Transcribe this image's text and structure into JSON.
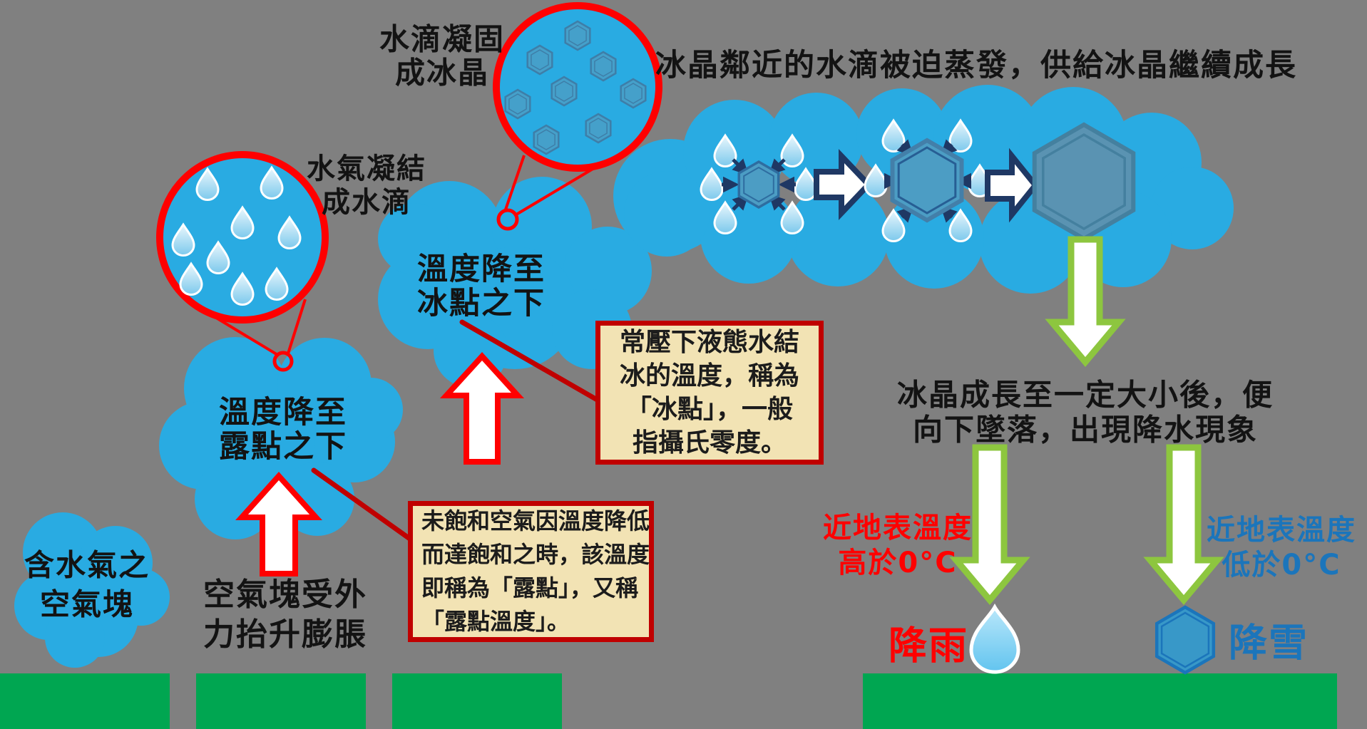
{
  "scene": {
    "background_color": "#808080",
    "labels": {
      "freeze_zoom_line1": "水滴凝固",
      "freeze_zoom_line2": "成冰晶",
      "condense_zoom_line1": "水氣凝結",
      "condense_zoom_line2": "成水滴",
      "growth_title": "冰晶鄰近的水滴被迫蒸發，供給冰晶繼續成長",
      "cloud_freezing_line1": "溫度降至",
      "cloud_freezing_line2": "冰點之下",
      "cloud_dew_line1": "溫度降至",
      "cloud_dew_line2": "露點之下",
      "cloud_moist_line1": "含水氣之",
      "cloud_moist_line2": "空氣塊",
      "uplift_line1": "空氣塊受外",
      "uplift_line2": "力抬升膨脹",
      "falling_line1": "冰晶成長至一定大小後，便",
      "falling_line2": "向下墜落，出現降水現象",
      "warm_line1": "近地表溫度",
      "warm_line2": "高於0°C",
      "cold_line1": "近地表溫度",
      "cold_line2": "低於0°C",
      "rain": "降雨",
      "snow": "降雪"
    },
    "notes": {
      "freezing_point": {
        "line1": "常壓下液態水結",
        "line2": "冰的溫度，稱為",
        "line3": "「冰點」，一般",
        "line4": "指攝氏零度。"
      },
      "dew_point": {
        "line1": "未飽和空氣因溫度降低",
        "line2": "而達飽和之時，該溫度",
        "line3": "即稱為「露點」，又稱",
        "line4": "「露點溫度」。"
      }
    },
    "colors": {
      "cloud_blue": "#29ABE2",
      "red": "#FF0000",
      "dark_red": "#C00000",
      "note_fill": "#F2E3B4",
      "ground_green": "#00A651",
      "arrow_green": "#8DC63F",
      "navy": "#1F3864",
      "text_blue": "#1B75BB",
      "crystal_blue": "#4C9DC4"
    },
    "icons": {
      "water_droplet": "teardrop",
      "ice_crystal": "hexagon",
      "rain_drop": "large-teardrop",
      "snow_crystal": "large-hexagon",
      "up_arrow": "red-outlined-white-arrow",
      "down_arrow": "green-outlined-white-arrow",
      "right_arrow": "navy-outlined-white-arrow"
    }
  }
}
